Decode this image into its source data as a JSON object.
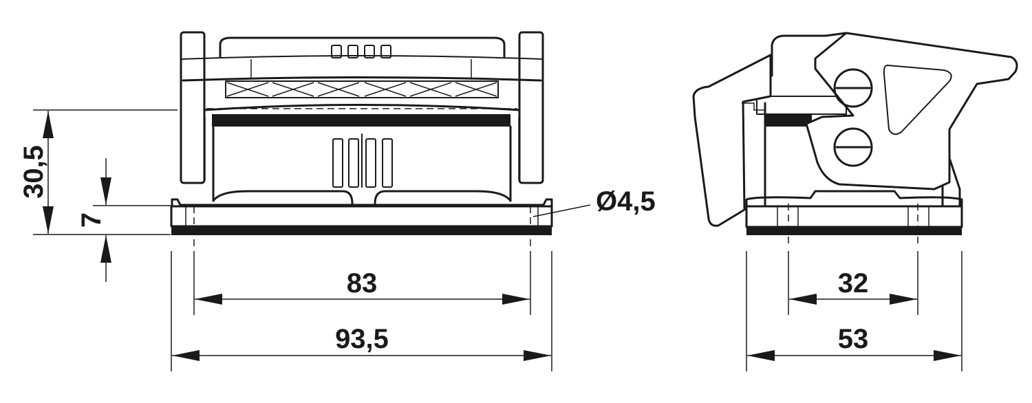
{
  "dimensions": {
    "front_height_total": "30,5",
    "front_height_base": "7",
    "hole_diameter": "Ø4,5",
    "front_hole_spacing": "83",
    "front_width": "93,5",
    "side_hole_spacing": "32",
    "side_width": "53"
  },
  "colors": {
    "line": "#1a1a1a",
    "background": "#ffffff"
  }
}
